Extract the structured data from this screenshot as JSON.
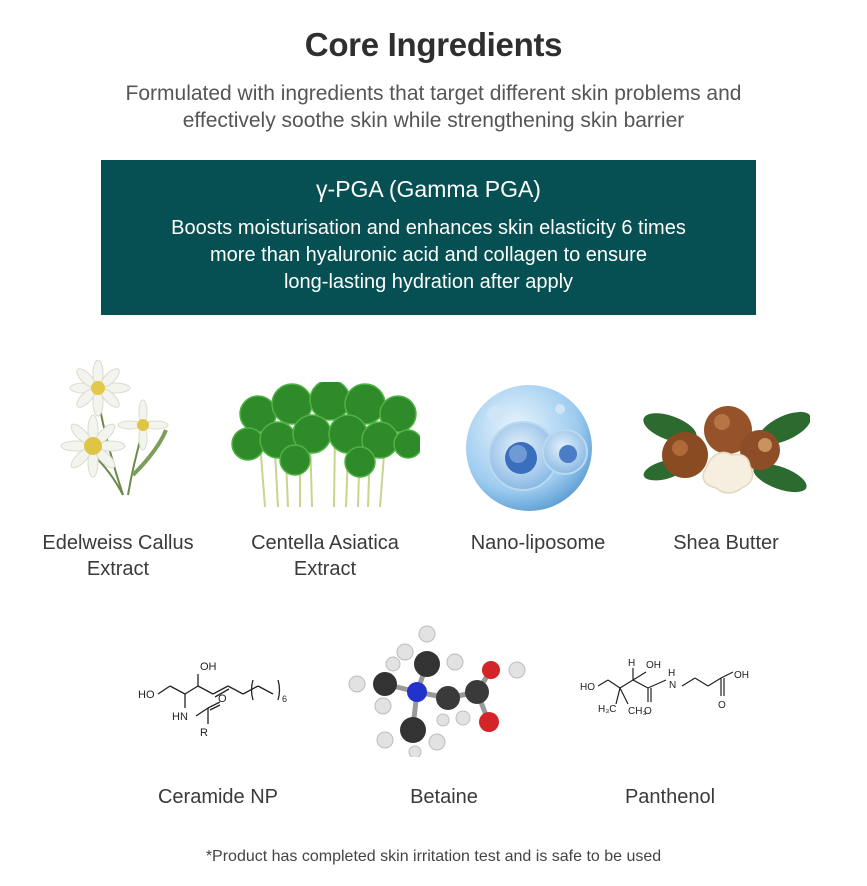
{
  "header": {
    "title": "Core Ingredients",
    "subtitle_line1": "Formulated with ingredients that target different skin problems and",
    "subtitle_line2": "effectively soothe skin while strengthening skin barrier"
  },
  "highlight": {
    "title": "γ-PGA (Gamma PGA)",
    "line1": "Boosts moisturisation and enhances skin elasticity 6 times",
    "line2": "more than hyaluronic acid and collagen to ensure",
    "line3": "long-lasting hydration after apply"
  },
  "ingredients_row1": [
    {
      "line1": "Edelweiss Callus",
      "line2": "Extract",
      "image": "edelweiss-flower"
    },
    {
      "line1": "Centella Asiatica",
      "line2": "Extract",
      "image": "centella-leaves"
    },
    {
      "line1": "Nano-liposome",
      "line2": "",
      "image": "liposome-sphere"
    },
    {
      "line1": "Shea Butter",
      "line2": "",
      "image": "shea-nuts"
    }
  ],
  "ingredients_row2": [
    {
      "label": "Ceramide NP",
      "image": "ceramide-structure"
    },
    {
      "label": "Betaine",
      "image": "betaine-molecule"
    },
    {
      "label": "Panthenol",
      "image": "panthenol-structure"
    }
  ],
  "structures": {
    "ceramide": {
      "oh": "OH",
      "ho": "HO",
      "hn": "HN",
      "o": "O",
      "r": "R",
      "sub": "6"
    },
    "panthenol": {
      "h": "H",
      "oh": "OH",
      "ho": "HO",
      "nh_h": "H",
      "n": "N",
      "cooh": "OH",
      "o1": "O",
      "o2": "O",
      "h3c": "H₃C",
      "ch3": "CH₃"
    }
  },
  "footer": {
    "note": "*Product has completed skin irritation test and is safe to be used"
  },
  "colors": {
    "teal": "#064f52",
    "text": "#3a3a3a"
  }
}
